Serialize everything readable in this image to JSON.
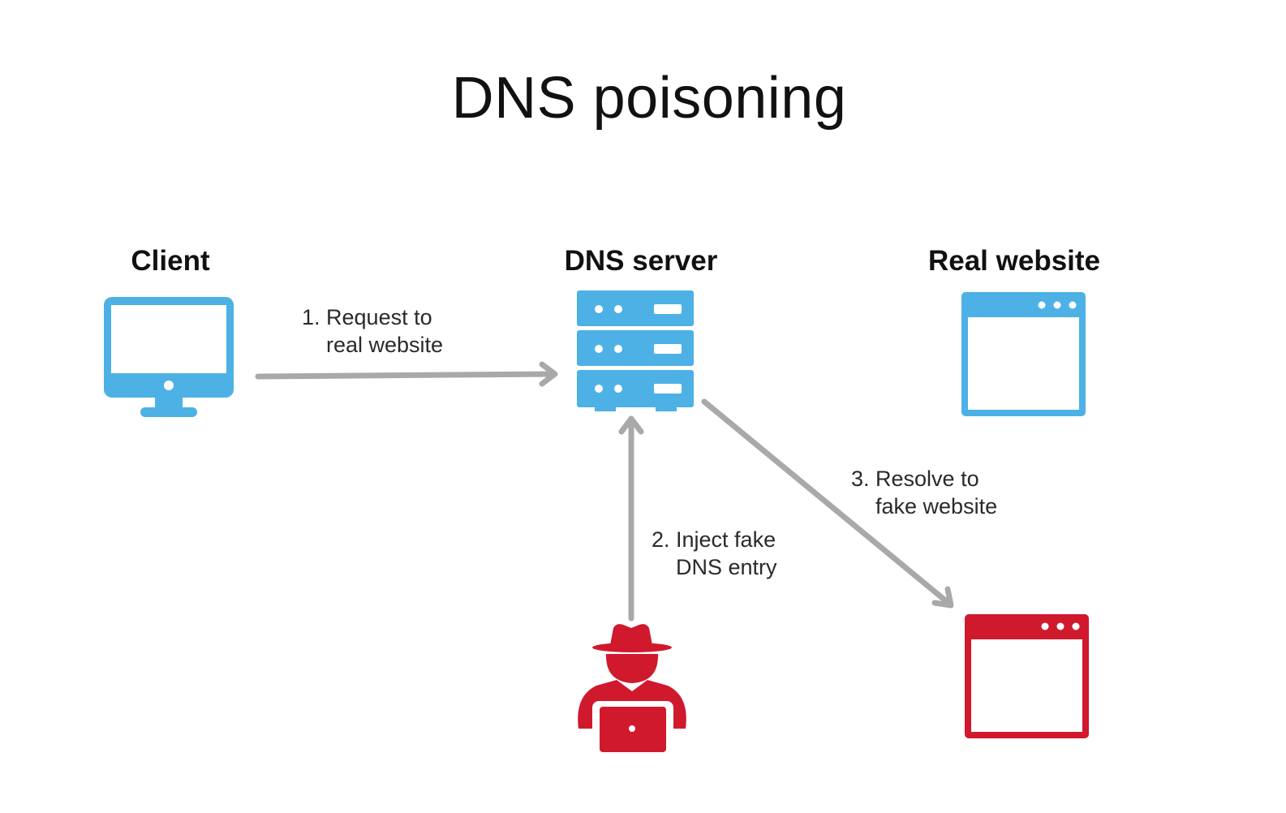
{
  "title": "DNS poisoning",
  "nodes": {
    "client": {
      "label": "Client",
      "icon": "monitor-icon"
    },
    "dns_server": {
      "label": "DNS server",
      "icon": "server-icon"
    },
    "real_website": {
      "label": "Real website",
      "icon": "browser-window-icon"
    },
    "attacker": {
      "icon": "hacker-icon"
    },
    "fake_website": {
      "icon": "browser-window-icon"
    }
  },
  "steps": {
    "step1": {
      "line1": "1. Request to",
      "line2": "real website"
    },
    "step2": {
      "line1": "2. Inject fake",
      "line2": "DNS entry"
    },
    "step3": {
      "line1": "3. Resolve to",
      "line2": "fake website"
    }
  },
  "colors": {
    "blue": "#4db1e6",
    "red": "#d0192d",
    "arrow": "#a9a9a9"
  }
}
